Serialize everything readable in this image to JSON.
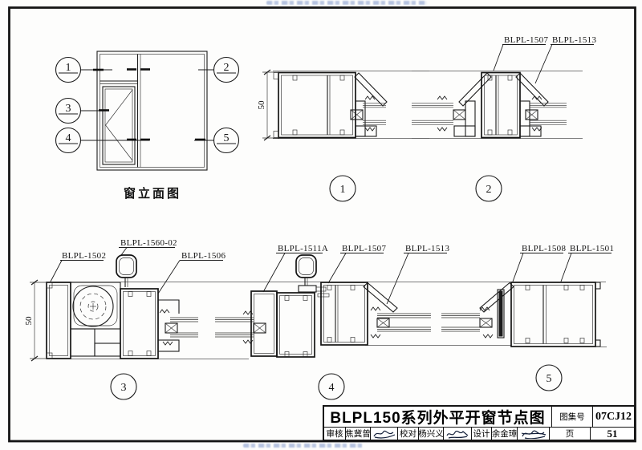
{
  "doc": {
    "drawing_title": "BLPL150系列外平开窗节点图",
    "atlas_no_label": "图集号",
    "atlas_no": "07CJ12",
    "page_label": "页",
    "page_no": "51",
    "review_label": "审核",
    "reviewer_name": "焦冀曾",
    "proof_label": "校对",
    "proofer_name": "杨兴义",
    "design_label": "设计",
    "designer_name": "余金璋"
  },
  "elevation": {
    "caption": "窗立面图",
    "bubble_1": "1",
    "bubble_2": "2",
    "bubble_3": "3",
    "bubble_4": "4",
    "bubble_5": "5"
  },
  "dims": {
    "frame_depth_top": "50",
    "frame_depth_bottom": "50"
  },
  "details": {
    "d1": {
      "no": "1"
    },
    "d2": {
      "no": "2",
      "label_1507": "BLPL-1507",
      "label_1513": "BLPL-1513"
    },
    "d3": {
      "no": "3",
      "label_1502": "BLPL-1502",
      "label_1560": "BLPL-1560-02",
      "label_1506": "BLPL-1506"
    },
    "d4": {
      "no": "4",
      "label_1511a": "BLPL-1511A",
      "label_1507": "BLPL-1507",
      "label_1513": "BLPL-1513"
    },
    "d5": {
      "no": "5",
      "label_1508": "BLPL-1508",
      "label_1501": "BLPL-1501"
    }
  }
}
